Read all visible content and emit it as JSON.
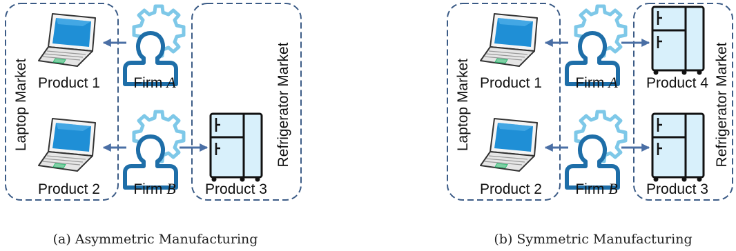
{
  "colors": {
    "market_border": "#3b5b86",
    "arrow": "#4a6fa5",
    "gear": "#7ec8e8",
    "person": "#1e6ea8",
    "screen": "#1f8fd6",
    "fridge_fill": "#d8f0fb"
  },
  "icons": [
    "laptop-icon",
    "person-icon",
    "gear-icon",
    "refrigerator-icon",
    "arrow-icon"
  ],
  "panel_a": {
    "left_market": "Laptop Market",
    "right_market": "Refrigerator Market",
    "product1": "Product 1",
    "product2": "Product 2",
    "product3": "Product 3",
    "firm_prefix": "Firm ",
    "firm_a": "A",
    "firm_b": "B",
    "caption": "(a) Asymmetric Manufacturing"
  },
  "panel_b": {
    "left_market": "Laptop Market",
    "right_market": "Refrigerator Market",
    "product1": "Product 1",
    "product2": "Product 2",
    "product3": "Product 3",
    "product4": "Product 4",
    "firm_prefix": "Firm ",
    "firm_a": "A",
    "firm_b": "B",
    "caption": "(b) Symmetric Manufacturing"
  }
}
